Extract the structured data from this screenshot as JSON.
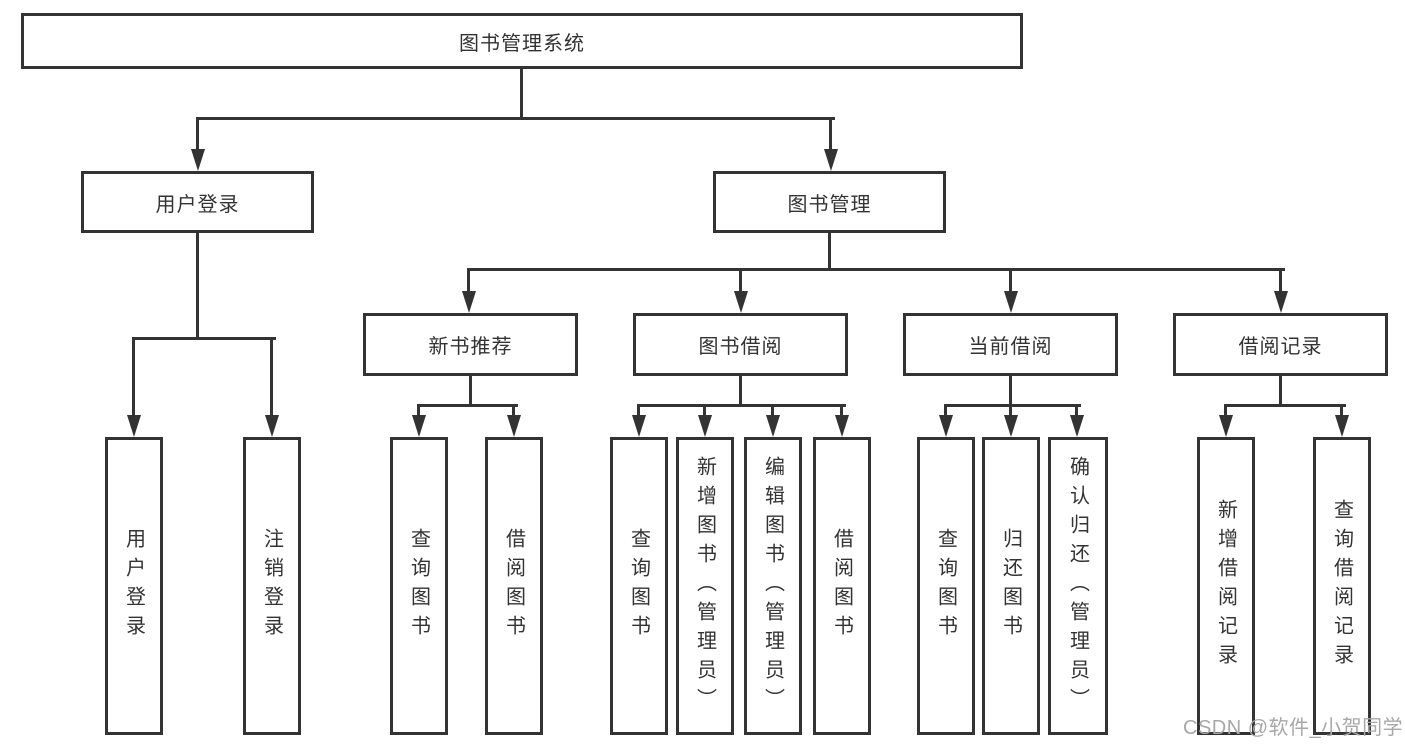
{
  "tree": {
    "root": {
      "label": "图书管理系统"
    },
    "level2": [
      {
        "label": "用户登录"
      },
      {
        "label": "图书管理"
      }
    ],
    "level3": [
      {
        "label": "新书推荐"
      },
      {
        "label": "图书借阅"
      },
      {
        "label": "当前借阅"
      },
      {
        "label": "借阅记录"
      }
    ],
    "leaves": {
      "user_login": [
        {
          "label": "用户登录"
        },
        {
          "label": "注销登录"
        }
      ],
      "new_book_recommend": [
        {
          "label": "查询图书"
        },
        {
          "label": "借阅图书"
        }
      ],
      "book_borrow": [
        {
          "label": "查询图书"
        },
        {
          "label": "新增图书（管理员）"
        },
        {
          "label": "编辑图书（管理员）"
        },
        {
          "label": "借阅图书"
        }
      ],
      "current_borrow": [
        {
          "label": "查询图书"
        },
        {
          "label": "归还图书"
        },
        {
          "label": "确认归还（管理员）"
        }
      ],
      "borrow_records": [
        {
          "label": "新增借阅记录"
        },
        {
          "label": "查询借阅记录"
        }
      ]
    }
  },
  "watermark": "CSDN @软件_小贺同学",
  "colors": {
    "line": "#333333",
    "text": "#333333",
    "watermark": "#a8a8a8",
    "background": "#ffffff"
  }
}
